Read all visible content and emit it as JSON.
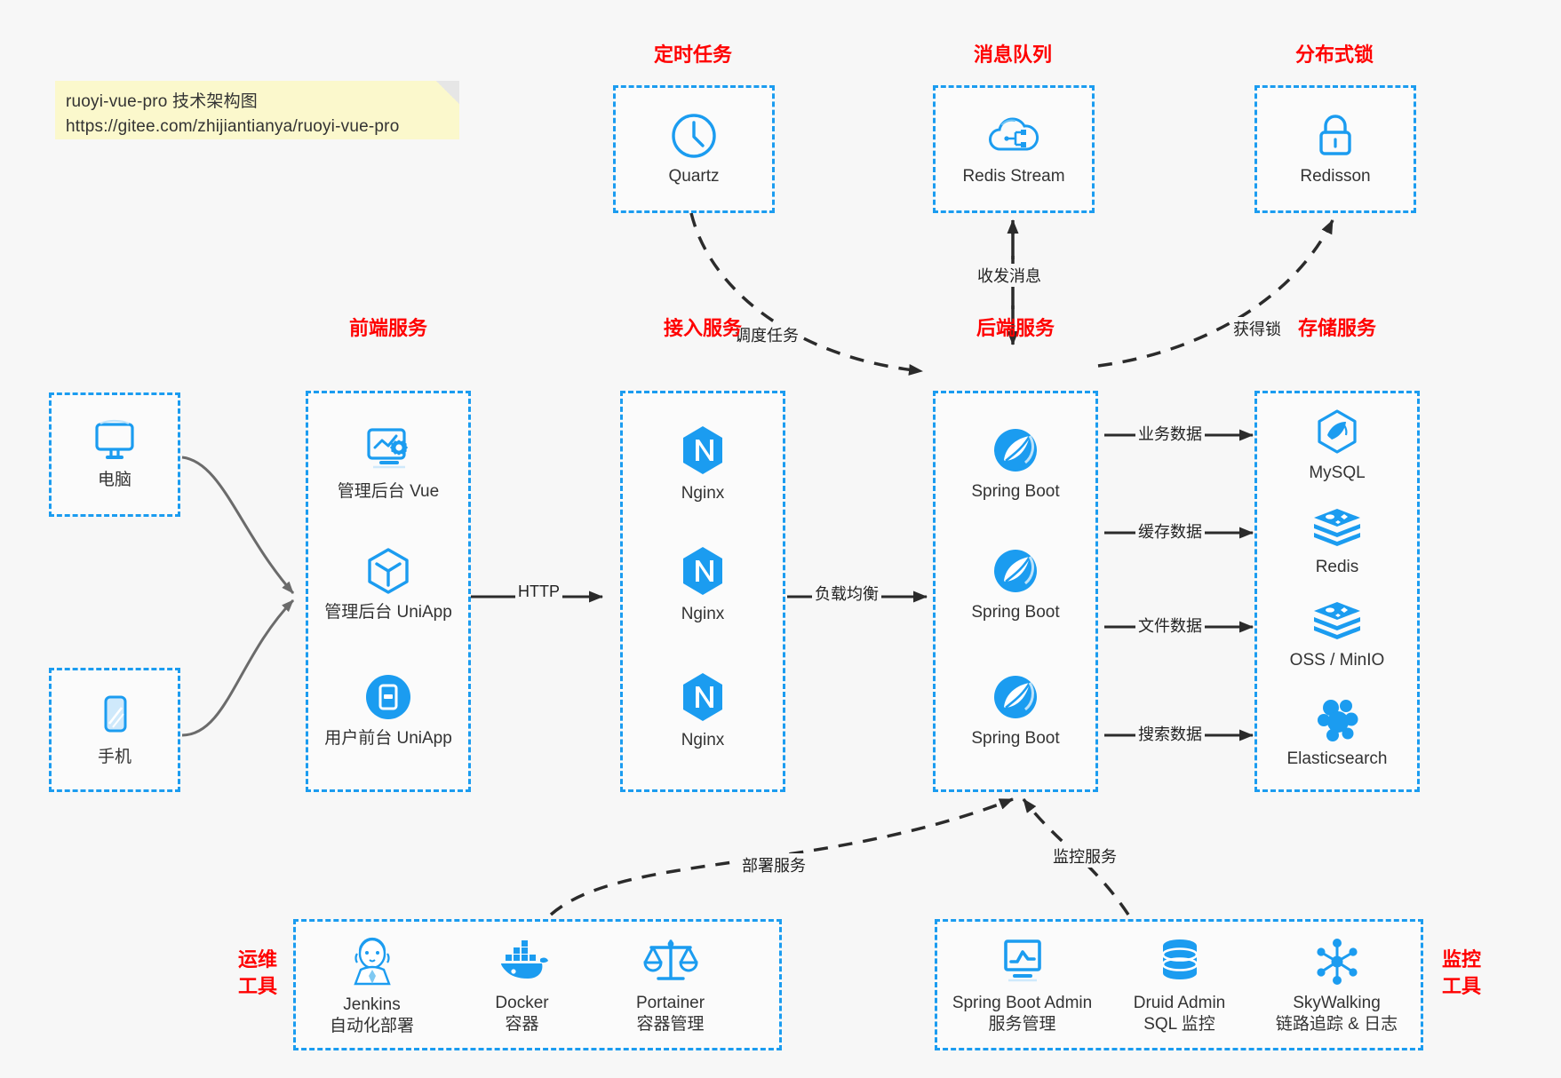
{
  "note": {
    "line1": "ruoyi-vue-pro 技术架构图",
    "line2": "https://gitee.com/zhijiantianya/ruoyi-vue-pro"
  },
  "colors": {
    "accent": "#1b9cf0",
    "title": "#ff0000",
    "box_bg": "#fbfbfb",
    "page_bg": "#f7f7f7",
    "note_bg": "#fbf8cc",
    "edge": "#555555",
    "dashed_edge": "#333333"
  },
  "groups": {
    "scheduler": {
      "title": "定时任务",
      "nodes": [
        {
          "label": "Quartz",
          "icon": "clock-icon"
        }
      ]
    },
    "mq": {
      "title": "消息队列",
      "nodes": [
        {
          "label": "Redis Stream",
          "icon": "cloud-stream-icon"
        }
      ]
    },
    "lock": {
      "title": "分布式锁",
      "nodes": [
        {
          "label": "Redisson",
          "icon": "lock-icon"
        }
      ]
    },
    "clients": {
      "nodes": [
        {
          "label": "电脑",
          "icon": "desktop-icon"
        },
        {
          "label": "手机",
          "icon": "mobile-icon"
        }
      ]
    },
    "frontend": {
      "title": "前端服务",
      "nodes": [
        {
          "label": "管理后台 Vue",
          "icon": "dashboard-gear-icon"
        },
        {
          "label": "管理后台 UniApp",
          "icon": "cube-icon"
        },
        {
          "label": "用户前台 UniApp",
          "icon": "app-window-icon"
        }
      ]
    },
    "gateway": {
      "title": "接入服务",
      "nodes": [
        {
          "label": "Nginx",
          "icon": "nginx-icon"
        },
        {
          "label": "Nginx",
          "icon": "nginx-icon"
        },
        {
          "label": "Nginx",
          "icon": "nginx-icon"
        }
      ]
    },
    "backend": {
      "title": "后端服务",
      "nodes": [
        {
          "label": "Spring Boot",
          "icon": "spring-boot-icon"
        },
        {
          "label": "Spring Boot",
          "icon": "spring-boot-icon"
        },
        {
          "label": "Spring Boot",
          "icon": "spring-boot-icon"
        }
      ]
    },
    "storage": {
      "title": "存储服务",
      "nodes": [
        {
          "label": "MySQL",
          "icon": "mysql-icon"
        },
        {
          "label": "Redis",
          "icon": "redis-icon"
        },
        {
          "label": "OSS / MinIO",
          "icon": "minio-icon"
        },
        {
          "label": "Elasticsearch",
          "icon": "elasticsearch-icon"
        }
      ]
    },
    "devops": {
      "title_line1": "运维",
      "title_line2": "工具",
      "nodes": [
        {
          "label": "Jenkins",
          "sub": "自动化部署",
          "icon": "jenkins-icon"
        },
        {
          "label": "Docker",
          "sub": "容器",
          "icon": "docker-icon"
        },
        {
          "label": "Portainer",
          "sub": "容器管理",
          "icon": "scales-icon"
        }
      ]
    },
    "monitor": {
      "title_line1": "监控",
      "title_line2": "工具",
      "nodes": [
        {
          "label": "Spring Boot Admin",
          "sub": "服务管理",
          "icon": "monitor-chart-icon"
        },
        {
          "label": "Druid Admin",
          "sub": "SQL 监控",
          "icon": "database-icon"
        },
        {
          "label": "SkyWalking",
          "sub": "链路追踪 & 日志",
          "icon": "skywalking-icon"
        }
      ]
    }
  },
  "edges": {
    "http": "HTTP",
    "load_balance": "负载均衡",
    "schedule_task": "调度任务",
    "send_receive_message": "收发消息",
    "acquire_lock": "获得锁",
    "business_data": "业务数据",
    "cache_data": "缓存数据",
    "file_data": "文件数据",
    "search_data": "搜索数据",
    "deploy_service": "部署服务",
    "monitor_service": "监控服务"
  }
}
